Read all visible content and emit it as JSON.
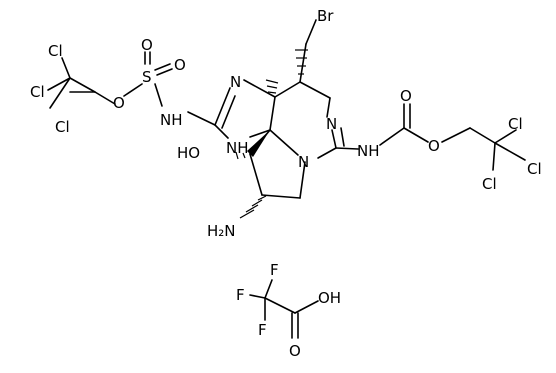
{
  "labels": {
    "cl_a1": "Cl",
    "cl_a2": "Cl",
    "cl_a3": "Cl",
    "o_sulf_ester": "O",
    "s_sulf": "S",
    "o_sulf_top": "O",
    "o_sulf_right": "O",
    "nh_sulf": "NH",
    "n_imid_top": "N",
    "nh_imid": "NH",
    "ho": "HO",
    "h2n": "H₂N",
    "br": "Br",
    "n_pyrim": "N",
    "n_ring": "N",
    "nh_carb": "NH",
    "o_carb_top": "O",
    "o_carb_ester": "O",
    "cl_b1": "Cl",
    "cl_b2": "Cl",
    "cl_b3": "Cl",
    "f_1": "F",
    "f_2": "F",
    "f_3": "F",
    "oh_acid": "OH",
    "o_acid": "O"
  }
}
